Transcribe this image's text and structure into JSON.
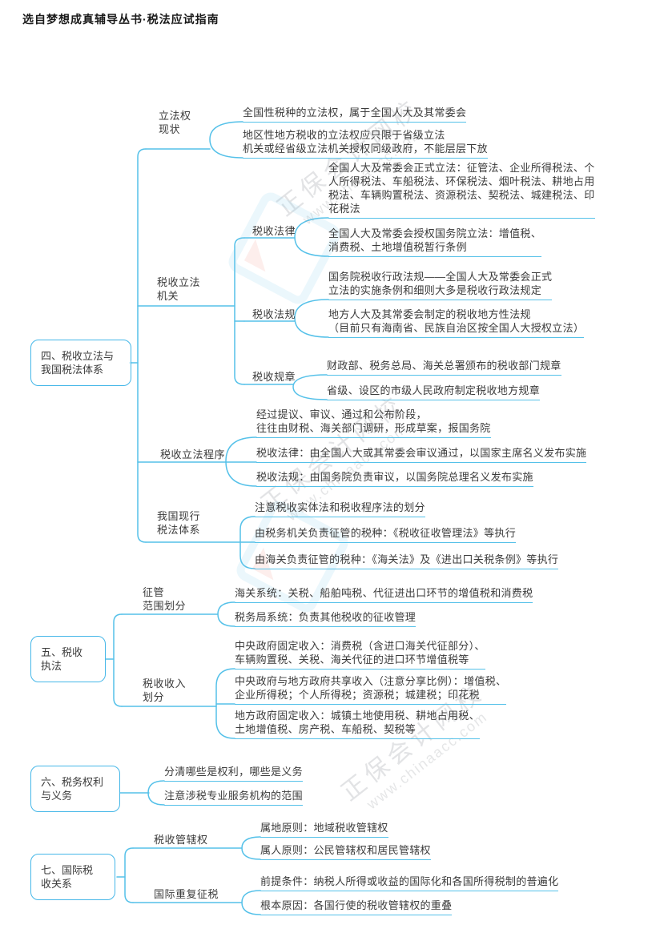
{
  "header": {
    "title": "选自梦想成真辅导丛书·税法应试指南"
  },
  "watermark": {
    "brand": "正保会计网校",
    "site": "www.chinaacc.com"
  },
  "colors": {
    "line": "#55c1e9",
    "box_border": "#45b7e8",
    "text": "#3b3b3b"
  },
  "sections": [
    {
      "label": "四、税收立法与\n我国税法体系",
      "branches": [
        {
          "label": "立法权\n现状",
          "leaves": [
            "全国性税种的立法权，属于全国人大及其常委会",
            "地区性地方税收的立法权应只限于省级立法\n机关或经省级立法机关授权同级政府，不能层层下放"
          ]
        },
        {
          "label": "税收立法\n机关",
          "groups": [
            {
              "label": "税收法律",
              "leaves": [
                "全国人大及常委会正式立法：征管法、企业所得税法、个\n人所得税法、车船税法、环保税法、烟叶税法、耕地占用\n税法、车辆购置税法、资源税法、契税法、城建税法、印\n花税法",
                "全国人大及常委会授权国务院立法：增值税、\n消费税、土地增值税暂行条例"
              ]
            },
            {
              "label": "税收法规",
              "leaves": [
                "国务院税收行政法规——全国人大及常委会正式\n立法的实施条例和细则大多是税收行政法规定",
                "地方人大及其常委会制定的税收地方性法规\n（目前只有海南省、民族自治区按全国人大授权立法）"
              ]
            },
            {
              "label": "税收规章",
              "leaves": [
                "财政部、税务总局、海关总署颁布的税收部门规章",
                "省级、设区的市级人民政府制定税收地方规章"
              ]
            }
          ]
        },
        {
          "label": "税收立法程序",
          "leaves": [
            "经过提议、审议、通过和公布阶段，\n往往由财税、海关部门调研，形成草案，报国务院",
            "税收法律：由全国人大或其常委会审议通过，以国家主席名义发布实施",
            "税收法规：由国务院负责审议，以国务院总理名义发布实施"
          ]
        },
        {
          "label": "我国现行\n税法体系",
          "leaves": [
            "注意税收实体法和税收程序法的划分",
            "由税务机关负责征管的税种：《税收征收管理法》等执行",
            "由海关负责征管的税种：《海关法》及《进出口关税条例》等执行"
          ]
        }
      ]
    },
    {
      "label": "五、税收\n执法",
      "branches": [
        {
          "label": "征管\n范围划分",
          "leaves": [
            "海关系统：关税、船舶吨税、代征进出口环节的增值税和消费税",
            "税务局系统：负责其他税收的征收管理"
          ]
        },
        {
          "label": "税收收入\n划分",
          "leaves": [
            "中央政府固定收入：消费税（含进口海关代征部分）、\n车辆购置税、关税、海关代征的进口环节增值税等",
            "中央政府与地方政府共享收入（注意分享比例）：增值税、\n企业所得税；个人所得税；资源税；城建税；印花税",
            "地方政府固定收入：城镇土地使用税、耕地占用税、\n土地增值税、房产税、车船税、契税等"
          ]
        }
      ]
    },
    {
      "label": "六、税务权利\n与义务",
      "leaves": [
        "分清哪些是权利，哪些是义务",
        "注意涉税专业服务机构的范围"
      ]
    },
    {
      "label": "七、国际税\n收关系",
      "branches": [
        {
          "label": "税收管辖权",
          "leaves": [
            "属地原则：地域税收管辖权",
            "属人原则：公民管辖权和居民管辖权"
          ]
        },
        {
          "label": "国际重复征税",
          "leaves": [
            "前提条件：纳税人所得或收益的国际化和各国所得税制的普遍化",
            "根本原因：各国行使的税收管辖权的重叠"
          ]
        }
      ]
    }
  ]
}
